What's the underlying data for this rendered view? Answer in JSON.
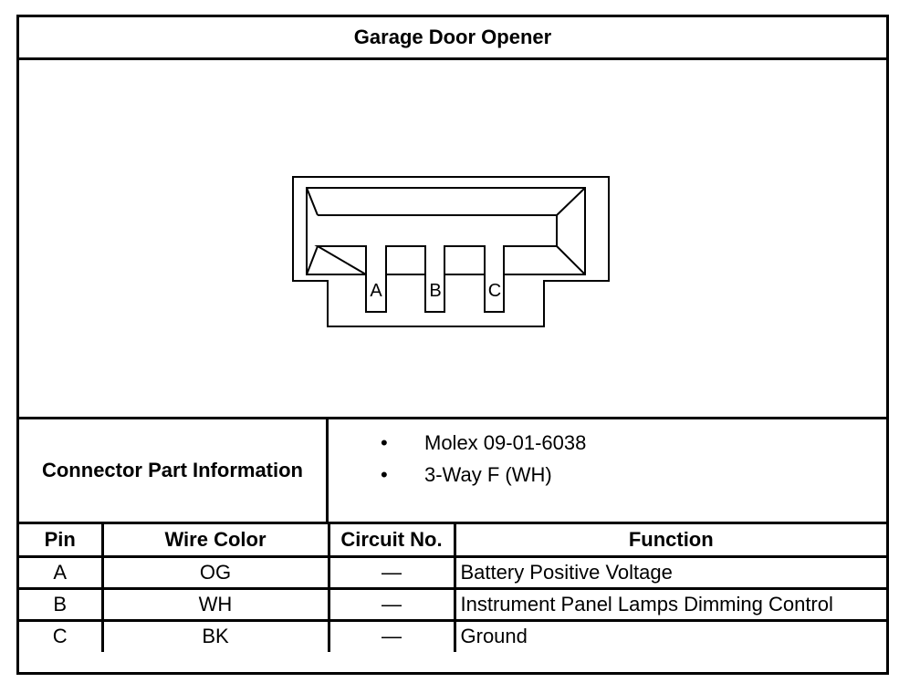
{
  "title": "Garage Door Opener",
  "connector": {
    "pins": [
      "A",
      "B",
      "C"
    ]
  },
  "part_info": {
    "label": "Connector Part Information",
    "items": [
      "Molex 09-01-6038",
      "3-Way F (WH)"
    ],
    "bullet": "•"
  },
  "table": {
    "headers": [
      "Pin",
      "Wire Color",
      "Circuit No.",
      "Function"
    ],
    "rows": [
      {
        "pin": "A",
        "wire_color": "OG",
        "circuit": "—",
        "function": "Battery Positive Voltage"
      },
      {
        "pin": "B",
        "wire_color": "WH",
        "circuit": "—",
        "function": "Instrument Panel Lamps Dimming Control"
      },
      {
        "pin": "C",
        "wire_color": "BK",
        "circuit": "—",
        "function": "Ground"
      }
    ]
  }
}
